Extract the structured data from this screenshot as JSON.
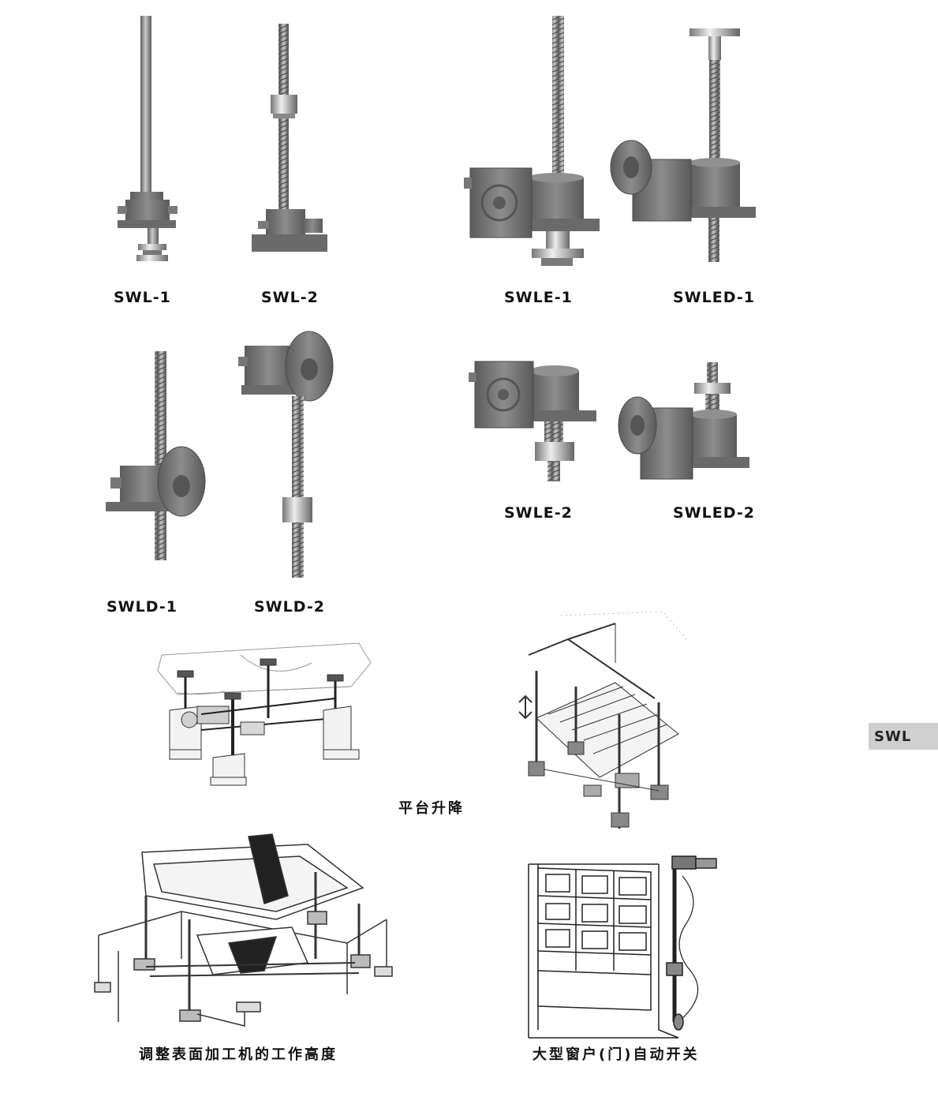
{
  "products": [
    {
      "id": "swl1",
      "label": "SWL-1"
    },
    {
      "id": "swl2",
      "label": "SWL-2"
    },
    {
      "id": "swle1",
      "label": "SWLE-1"
    },
    {
      "id": "swled1",
      "label": "SWLED-1"
    },
    {
      "id": "swld1",
      "label": "SWLD-1"
    },
    {
      "id": "swld2",
      "label": "SWLD-2"
    },
    {
      "id": "swle2",
      "label": "SWLE-2"
    },
    {
      "id": "swled2",
      "label": "SWLED-2"
    }
  ],
  "applications": {
    "platform": "平台升降",
    "machine": "调整表面加工机的工作高度",
    "door": "大型窗户(门)自动开关"
  },
  "side_tab": {
    "label": "SWL"
  },
  "colors": {
    "metal_dark": "#5a5a5a",
    "metal_mid": "#8a8a8a",
    "metal_light": "#c8c8c8",
    "tab_bg": "#cfcfcf",
    "text": "#111111"
  }
}
